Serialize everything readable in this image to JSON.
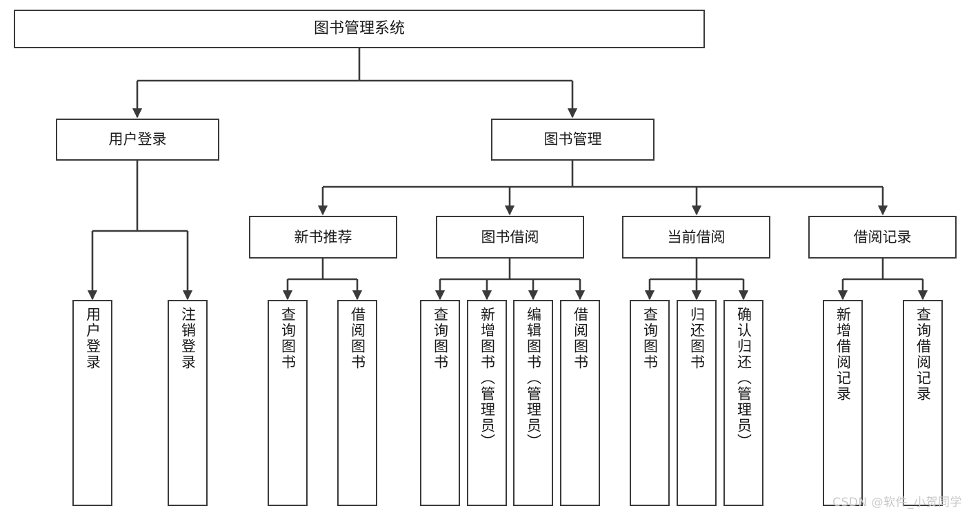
{
  "diagram": {
    "title": "图书管理系统",
    "type": "tree-structure-chart",
    "watermark": "CSDN @软件_小贺同学",
    "colors": {
      "stroke": "#3a3a3a",
      "fill": "#ffffff",
      "text": "#1a1a1a",
      "watermark": "#c9c9c9"
    }
  },
  "nodes": {
    "root": {
      "label": "图书管理系统"
    },
    "level2": [
      {
        "id": "user-login",
        "label": "用户登录"
      },
      {
        "id": "book-manage",
        "label": "图书管理"
      }
    ],
    "level3": [
      {
        "id": "new-book-recommend",
        "label": "新书推荐"
      },
      {
        "id": "book-borrow",
        "label": "图书借阅"
      },
      {
        "id": "current-borrow",
        "label": "当前借阅"
      },
      {
        "id": "borrow-record",
        "label": "借阅记录"
      }
    ],
    "leaves": {
      "user_login": [
        {
          "id": "leaf-user-login",
          "label": "用户登录"
        },
        {
          "id": "leaf-logout-login",
          "label": "注销登录"
        }
      ],
      "new_book_recommend": [
        {
          "id": "leaf-query-book-1",
          "label": "查询图书"
        },
        {
          "id": "leaf-borrow-book-1",
          "label": "借阅图书"
        }
      ],
      "book_borrow": [
        {
          "id": "leaf-query-book-2",
          "label": "查询图书"
        },
        {
          "id": "leaf-add-book",
          "label": "新增图书（管理员）"
        },
        {
          "id": "leaf-edit-book",
          "label": "编辑图书（管理员）"
        },
        {
          "id": "leaf-borrow-book-2",
          "label": "借阅图书"
        }
      ],
      "current_borrow": [
        {
          "id": "leaf-query-book-3",
          "label": "查询图书"
        },
        {
          "id": "leaf-return-book",
          "label": "归还图书"
        },
        {
          "id": "leaf-confirm-return",
          "label": "确认归还（管理员）"
        }
      ],
      "borrow_record": [
        {
          "id": "leaf-add-record",
          "label": "新增借阅记录"
        },
        {
          "id": "leaf-query-record",
          "label": "查询借阅记录"
        }
      ]
    }
  }
}
